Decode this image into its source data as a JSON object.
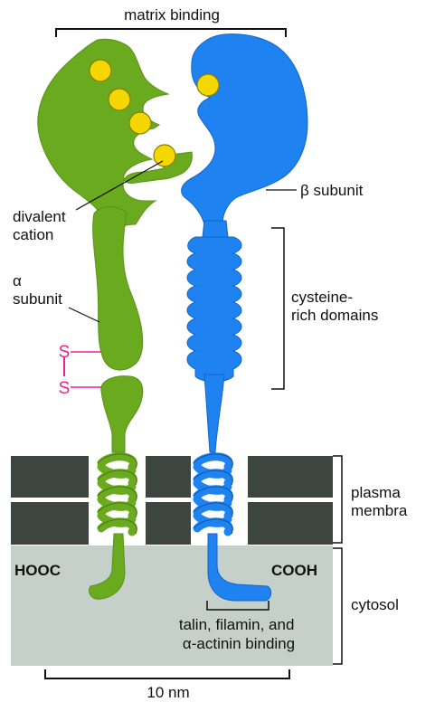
{
  "labels": {
    "matrix_binding": "matrix binding",
    "divalent_cation": [
      "divalent",
      "cation"
    ],
    "alpha_subunit": [
      "α",
      "subunit"
    ],
    "beta_subunit": "β subunit",
    "cysteine_rich": [
      "cysteine-",
      "rich domains"
    ],
    "plasma_membrane": [
      "plasma",
      "membra"
    ],
    "cytosol": "cytosol",
    "hooc": "HOOC",
    "cooh": "COOH",
    "binding": [
      "talin, filamin, and",
      "α-actinin binding"
    ],
    "scale": "10 nm",
    "disulfide_s1": "S",
    "disulfide_s2": "S"
  },
  "colors": {
    "alpha": "#6aaa1e",
    "beta": "#1e82f0",
    "cation": "#f4d700",
    "membrane": "#3c4540",
    "cytosol": "#c6d0cb",
    "disulfide": "#e8258e"
  }
}
